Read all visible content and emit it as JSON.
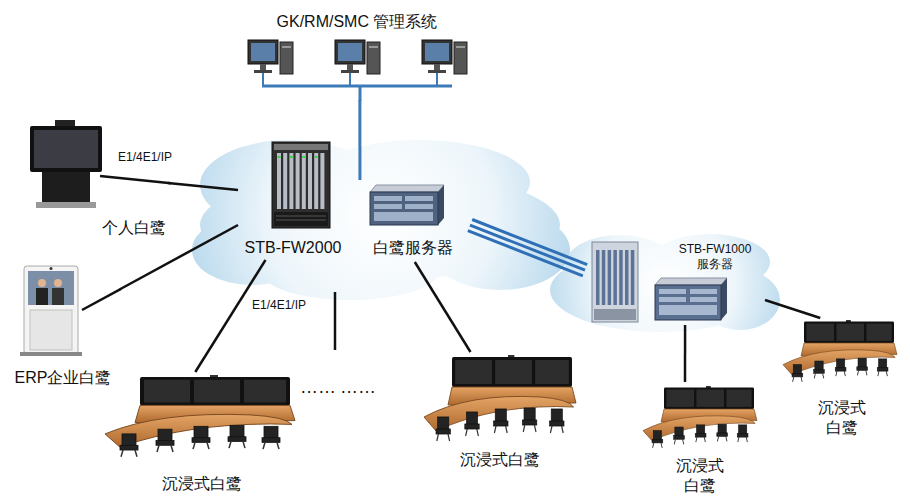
{
  "diagram": {
    "nodes": [
      {
        "text": [
          "GK/RM/SMC 管理系统"
        ]
      },
      {
        "text": [
          "个人白鹭"
        ]
      },
      {
        "text": [
          "STB-FW2000"
        ]
      },
      {
        "text": [
          "白鹭服务器"
        ]
      },
      {
        "text": [
          "STB-FW1000 服务器"
        ]
      },
      {
        "text": [
          "ERP企业白鹭"
        ]
      },
      {
        "text": [
          "沉浸式白鹭"
        ]
      },
      {
        "text": [
          "沉浸式白鹭"
        ]
      },
      {
        "text": [
          "沉浸式 白鹭"
        ]
      },
      {
        "text": [
          "沉浸式 白鹭"
        ]
      }
    ],
    "edges": [
      {
        "from": 1,
        "to": 2,
        "label": "E1/4E1/IP",
        "arrow": "none"
      },
      {
        "from": 5,
        "to": 2,
        "arrow": "none"
      },
      {
        "from": 6,
        "to": 2,
        "arrow": "none"
      },
      {
        "from": 0,
        "to": 3,
        "arrow": "none"
      },
      {
        "from": 3,
        "to": 7,
        "arrow": "none"
      },
      {
        "from": 3,
        "to": 4,
        "arrow": "none"
      },
      {
        "from": 4,
        "to": 8,
        "arrow": "none"
      },
      {
        "from": 4,
        "to": 9,
        "arrow": "none"
      }
    ],
    "labels": [
      "E1/4E1/IP",
      "……",
      "……"
    ]
  }
}
